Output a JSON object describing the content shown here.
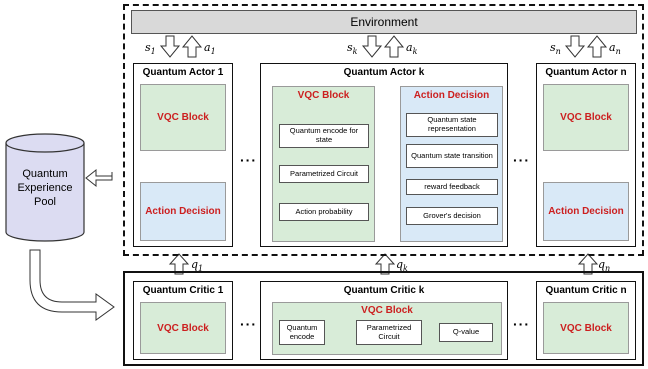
{
  "environment": "Environment",
  "state_labels": [
    {
      "s": "s",
      "i": "1",
      "a": "a",
      "j": "1"
    },
    {
      "s": "s",
      "i": "k",
      "a": "a",
      "j": "k"
    },
    {
      "s": "s",
      "i": "n",
      "a": "a",
      "j": "n"
    }
  ],
  "q_labels": [
    {
      "q": "q",
      "i": "1"
    },
    {
      "q": "q",
      "i": "k"
    },
    {
      "q": "q",
      "i": "n"
    }
  ],
  "actor1": {
    "title": "Quantum Actor 1",
    "vqc": "VQC Block",
    "action": "Action Decision"
  },
  "actork": {
    "title": "Quantum Actor k",
    "vqc": {
      "title": "VQC Block",
      "steps": [
        "Quantum encode for state",
        "Parametrized Circuit",
        "Action probability"
      ]
    },
    "action": {
      "title": "Action Decision",
      "steps": [
        "Quantum state representation",
        "Quantum state transition",
        "reward feedback",
        "Grover's decision"
      ]
    }
  },
  "actorn": {
    "title": "Quantum Actor n",
    "vqc": "VQC Block",
    "action": "Action Decision"
  },
  "critic1": {
    "title": "Quantum Critic 1",
    "vqc": "VQC Block"
  },
  "critick": {
    "title": "Quantum Critic k",
    "vqc": "VQC Block",
    "steps": [
      "Quantum encode",
      "Parametrized Circuit",
      "Q-value"
    ]
  },
  "criticn": {
    "title": "Quantum Critic n",
    "vqc": "VQC Block"
  },
  "pool": "Quantum Experience Pool",
  "ellipsis": "···",
  "colors": {
    "vqc_fill": "#d8ecd8",
    "action_fill": "#d9e9f7",
    "highlight_text": "#cc1f1f",
    "arrow_blue": "#4a86d8",
    "env_fill": "#d9d9d9"
  }
}
